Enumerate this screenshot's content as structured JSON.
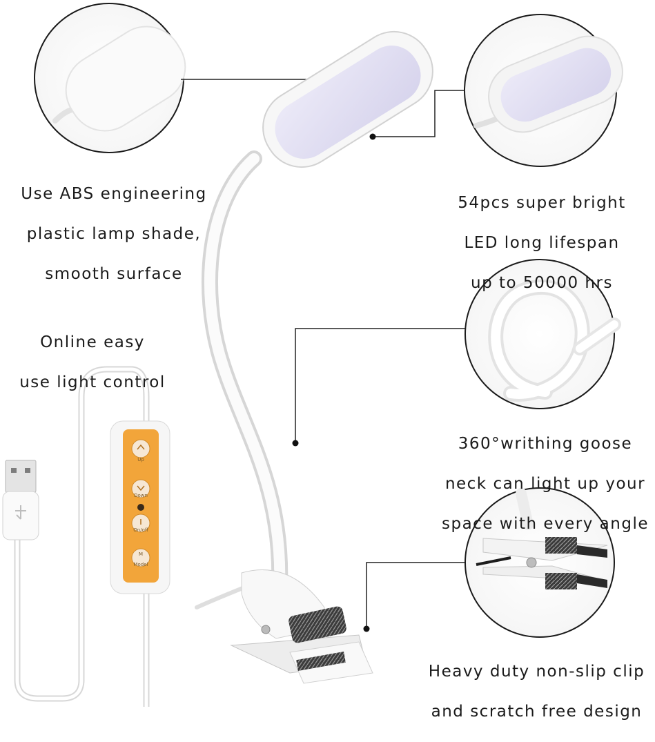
{
  "captions": {
    "shade": [
      "Use ABS engineering",
      "plastic lamp shade,",
      "smooth surface"
    ],
    "led": [
      "54pcs super bright",
      "LED long lifespan",
      "up to 50000 hrs"
    ],
    "control": [
      "Online easy",
      "use light control"
    ],
    "neck": [
      "360°writhing goose",
      "neck can light up your",
      "space with every angle"
    ],
    "clip": [
      "Heavy duty non-slip clip",
      "and scratch free design"
    ]
  },
  "controller_buttons": [
    "Up",
    "Down",
    "On/off",
    "Model"
  ],
  "colors": {
    "controller_panel": "#f2a53a",
    "leader_line": "#222222",
    "lamp_white": "#f7f7f7",
    "led_panel": "#e4e2f4"
  }
}
